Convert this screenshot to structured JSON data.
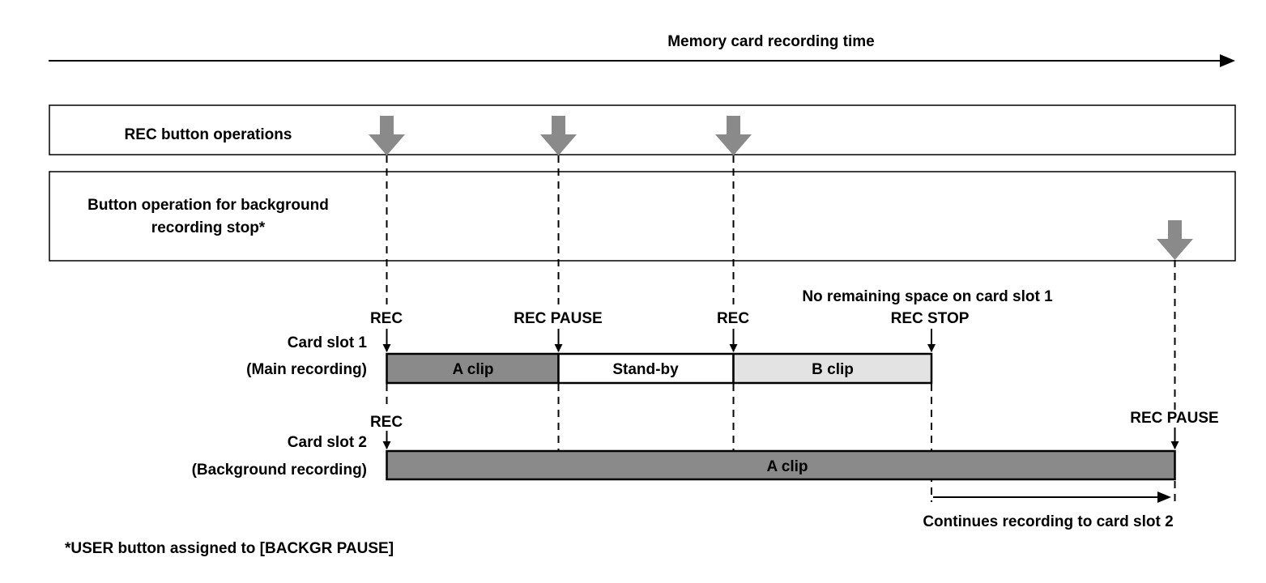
{
  "header": {
    "title": "Memory card recording time"
  },
  "rows": {
    "rec_operations_label": "REC button operations",
    "background_stop_label_line1": "Button operation for background",
    "background_stop_label_line2": "recording stop*"
  },
  "card_slot_1": {
    "title": "Card slot 1",
    "subtitle": "(Main recording)",
    "segments": [
      {
        "label": "A clip",
        "fill": "#8a8a8a"
      },
      {
        "label": "Stand-by",
        "fill": "#ffffff"
      },
      {
        "label": "B clip",
        "fill": "#e3e3e3"
      }
    ],
    "markers": [
      "REC",
      "REC PAUSE",
      "REC",
      "REC STOP"
    ],
    "note": "No remaining space on card slot 1"
  },
  "card_slot_2": {
    "title": "Card slot 2",
    "subtitle": "(Background recording)",
    "segment": {
      "label": "A clip",
      "fill": "#8a8a8a"
    },
    "markers": [
      "REC",
      "REC PAUSE"
    ],
    "continue_note": "Continues recording to card slot 2"
  },
  "footnote": "*USER button assigned to [BACKGR PAUSE]",
  "colors": {
    "operation_arrow": "#8a8a8a",
    "line": "#000000"
  }
}
